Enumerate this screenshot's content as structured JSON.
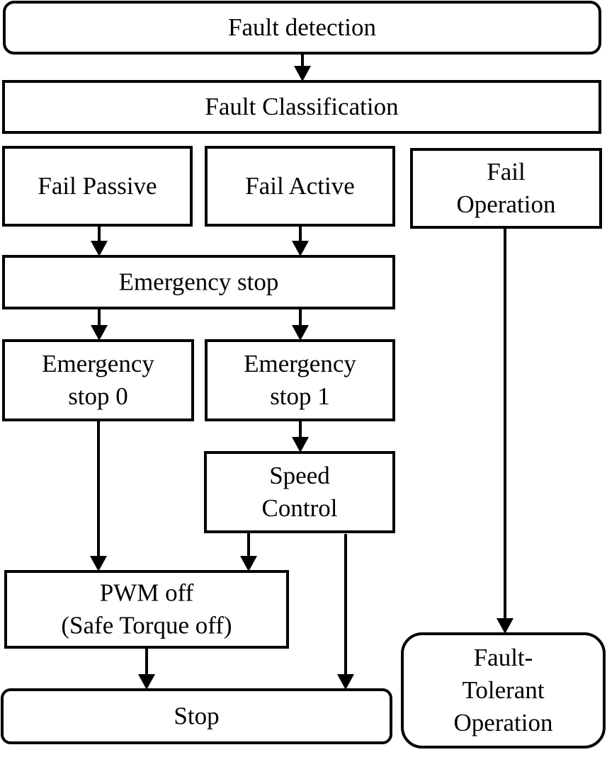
{
  "diagram": {
    "nodes": {
      "fault_detection": {
        "lines": [
          "Fault detection"
        ]
      },
      "fault_classification": {
        "lines": [
          "Fault Classification"
        ]
      },
      "fail_passive": {
        "lines": [
          "Fail Passive"
        ]
      },
      "fail_active": {
        "lines": [
          "Fail Active"
        ]
      },
      "fail_operation": {
        "lines": [
          "Fail",
          "Operation"
        ]
      },
      "emergency_stop": {
        "lines": [
          "Emergency stop"
        ]
      },
      "emergency_stop_0": {
        "lines": [
          "Emergency",
          "stop 0"
        ]
      },
      "emergency_stop_1": {
        "lines": [
          "Emergency",
          "stop 1"
        ]
      },
      "speed_control": {
        "lines": [
          "Speed",
          "Control"
        ]
      },
      "pwm_off": {
        "lines": [
          "PWM off",
          "(Safe Torque off)"
        ]
      },
      "stop": {
        "lines": [
          "Stop"
        ]
      },
      "fault_tolerant_operation": {
        "lines": [
          "Fault-",
          "Tolerant",
          "Operation"
        ]
      }
    },
    "edges": [
      {
        "from": "fault_detection",
        "to": "fault_classification"
      },
      {
        "from": "fail_passive",
        "to": "emergency_stop"
      },
      {
        "from": "fail_active",
        "to": "emergency_stop"
      },
      {
        "from": "emergency_stop",
        "to": "emergency_stop_0"
      },
      {
        "from": "emergency_stop",
        "to": "emergency_stop_1"
      },
      {
        "from": "emergency_stop_1",
        "to": "speed_control"
      },
      {
        "from": "emergency_stop_0",
        "to": "pwm_off"
      },
      {
        "from": "speed_control",
        "to": "pwm_off"
      },
      {
        "from": "speed_control",
        "to": "stop"
      },
      {
        "from": "pwm_off",
        "to": "stop"
      },
      {
        "from": "fail_operation",
        "to": "fault_tolerant_operation"
      }
    ],
    "colors": {
      "stroke": "#000000",
      "fill": "#ffffff",
      "text": "#000000"
    }
  }
}
